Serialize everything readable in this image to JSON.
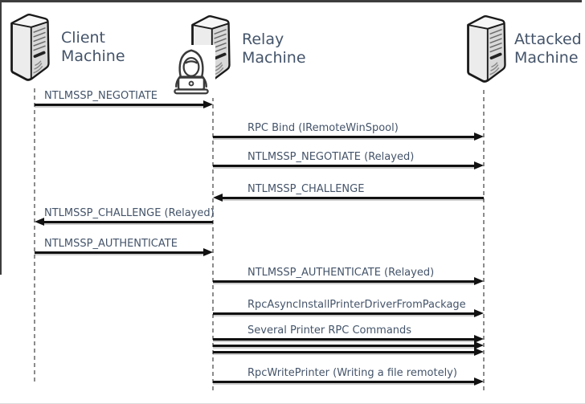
{
  "diagram": {
    "type": "sequence",
    "machines": [
      {
        "id": "client",
        "title": "Client\nMachine",
        "icon": "server-icon"
      },
      {
        "id": "relay",
        "title": "Relay\nMachine",
        "icon": "server-icon",
        "overlay_icon": "hacker-icon"
      },
      {
        "id": "attacked",
        "title": "Attacked\nMachine",
        "icon": "server-icon"
      }
    ],
    "messages": [
      {
        "label": "NTLMSSP_NEGOTIATE",
        "from": "client",
        "to": "relay",
        "arrows": 1
      },
      {
        "label": "RPC Bind (IRemoteWinSpool)",
        "from": "relay",
        "to": "attacked",
        "arrows": 1
      },
      {
        "label": "NTLMSSP_NEGOTIATE (Relayed)",
        "from": "relay",
        "to": "attacked",
        "arrows": 1
      },
      {
        "label": "NTLMSSP_CHALLENGE",
        "from": "attacked",
        "to": "relay",
        "arrows": 1
      },
      {
        "label": "NTLMSSP_CHALLENGE (Relayed)",
        "from": "relay",
        "to": "client",
        "arrows": 1
      },
      {
        "label": "NTLMSSP_AUTHENTICATE",
        "from": "client",
        "to": "relay",
        "arrows": 1
      },
      {
        "label": "NTLMSSP_AUTHENTICATE (Relayed)",
        "from": "relay",
        "to": "attacked",
        "arrows": 1
      },
      {
        "label": "RpcAsyncInstallPrinterDriverFromPackage",
        "from": "relay",
        "to": "attacked",
        "arrows": 1
      },
      {
        "label": "Several Printer RPC Commands",
        "from": "relay",
        "to": "attacked",
        "arrows": 3
      },
      {
        "label": "RpcWritePrinter (Writing a file remotely)",
        "from": "relay",
        "to": "attacked",
        "arrows": 1
      }
    ],
    "colors": {
      "label_text": "#44546a",
      "machine_title": "#44546a",
      "arrow": "#111111",
      "lifeline": "#8c8c8c",
      "border": "#3d3d3d"
    }
  }
}
